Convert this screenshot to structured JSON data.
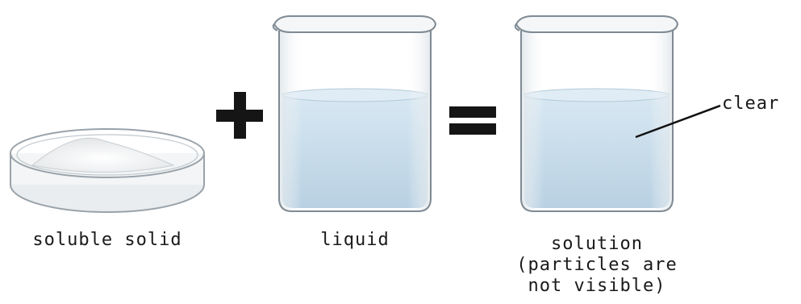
{
  "labels": {
    "solid": "soluble solid",
    "liquid": "liquid",
    "solution_line1": "solution",
    "solution_line2": "(particles are",
    "solution_line3": "not visible)",
    "clear": "clear"
  },
  "symbols": {
    "plus": "+",
    "equals": "="
  },
  "colors": {
    "liquid_top": "#c4dcec",
    "liquid_bottom": "#a9c8de",
    "glass_outline": "#7f8a93",
    "text": "#1a1a1a"
  }
}
